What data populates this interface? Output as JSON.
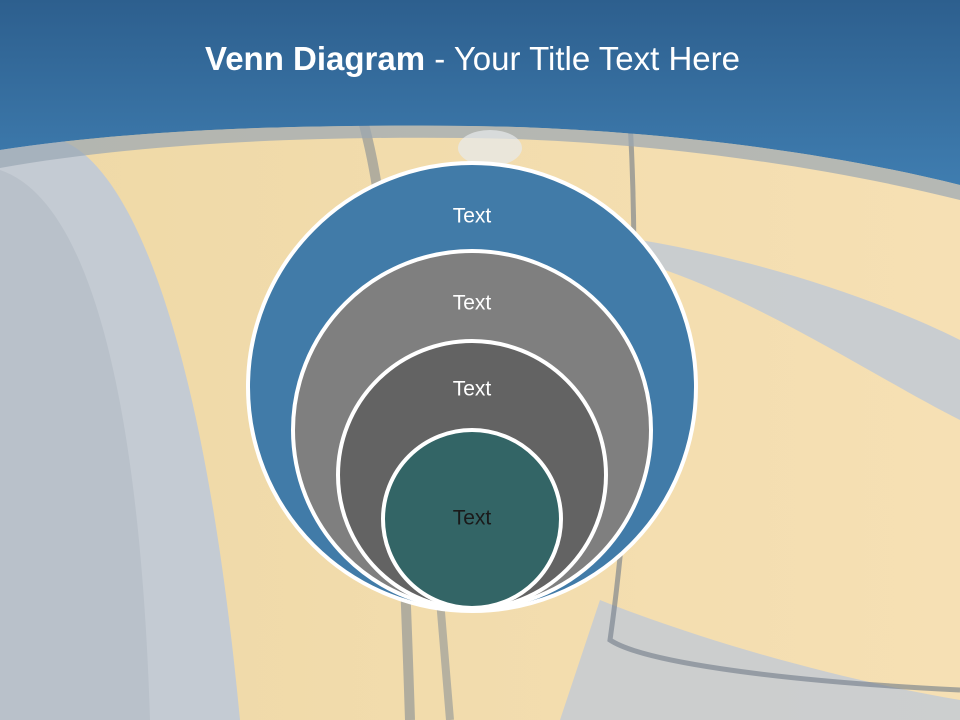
{
  "slide": {
    "title_bold": "Venn Diagram",
    "title_rest": " - Your Title Text Here"
  },
  "venn": {
    "levels": [
      {
        "label": "Text",
        "color": "#417ba8",
        "text_color": "#ffffff"
      },
      {
        "label": "Text",
        "color": "#7f7f7f",
        "text_color": "#ffffff"
      },
      {
        "label": "Text",
        "color": "#636363",
        "text_color": "#ffffff"
      },
      {
        "label": "Text",
        "color": "#336566",
        "text_color": "#1a1a1a"
      }
    ]
  },
  "colors": {
    "header_blue": "#3b76a5",
    "background_gray": "#c5ccd3",
    "accent_yellow": "#f4dcaa"
  }
}
